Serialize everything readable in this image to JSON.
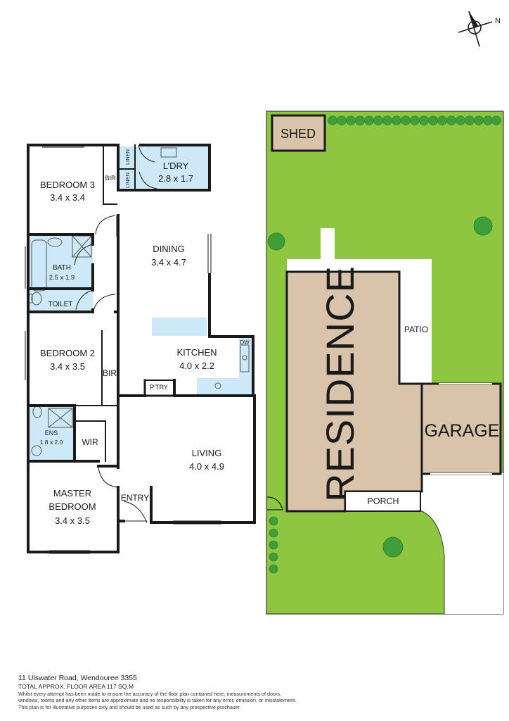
{
  "compass": {
    "label": "N"
  },
  "rooms": {
    "bedroom3": {
      "name": "BEDROOM 3",
      "dim": "3.4 x 3.4"
    },
    "bir1": {
      "name": "BIR"
    },
    "linen1": {
      "name": "LINEN"
    },
    "linen2": {
      "name": "LINEN"
    },
    "laundry": {
      "name": "L’DRY",
      "dim": "2.8 x 1.7"
    },
    "bath": {
      "name": "BATH",
      "dim": "2.5 x 1.9"
    },
    "toilet": {
      "name": "TOILET"
    },
    "dining": {
      "name": "DINING",
      "dim": "3.4 x 4.7"
    },
    "bedroom2": {
      "name": "BEDROOM 2",
      "dim": "3.4 x 3.5"
    },
    "bir2": {
      "name": "BIR"
    },
    "kitchen": {
      "name": "KITCHEN",
      "dim": "4.0 x 2.2"
    },
    "dw": {
      "name": "DW"
    },
    "pantry": {
      "name": "P’TRY"
    },
    "ens": {
      "name": "ENS",
      "dim": "1.8 x 2.0"
    },
    "wir": {
      "name": "WIR"
    },
    "living": {
      "name": "LIVING",
      "dim": "4.0 x 4.9"
    },
    "master": {
      "name1": "MASTER",
      "name2": "BEDROOM",
      "dim": "3.4 x 3.5"
    },
    "entry": {
      "name": "ENTRY"
    }
  },
  "site": {
    "shed": "SHED",
    "residence": "RESIDENCE",
    "patio": "PATIO",
    "garage": "GARAGE",
    "porch": "PORCH"
  },
  "colors": {
    "grass": "#8dc63f",
    "building": "#d7c4aa",
    "wet_area": "#cde9f7",
    "wall": "#1a1a1a",
    "tree": "#3f9e3a"
  },
  "footer": {
    "address": "11 Ulswater Road, Wendouree 3355",
    "area": "TOTAL APPROX. FLOOR AREA 117 SQ.M",
    "disclaimer1": "Whilst every attempt has been made to ensure the accuracy of the floor plan contained here, measurements of doors,",
    "disclaimer2": "windows, rooms and any other items are approximate and no responsibility is taken for any error, omission, or misstatement.",
    "disclaimer3": "This plan is for illustrative purposes only and should be used as such by any prospective purchaser."
  }
}
